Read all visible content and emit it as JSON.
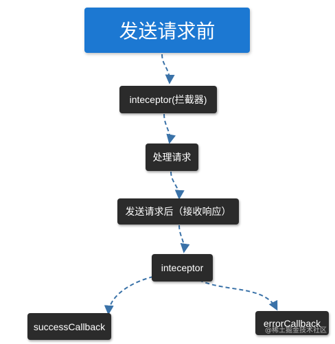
{
  "nodes": {
    "start": "发送请求前",
    "interceptor_request": "inteceptor(拦截器)",
    "process_request": "处理请求",
    "after_request": "发送请求后（接收响应）",
    "interceptor_response": "inteceptor",
    "success": "successCallback",
    "error": "errorCallback"
  },
  "watermark": "@稀土掘金技术社区",
  "colors": {
    "start_box": "#1c78d2",
    "step_box": "#2b2b2b",
    "arrow": "#3a72a8"
  }
}
